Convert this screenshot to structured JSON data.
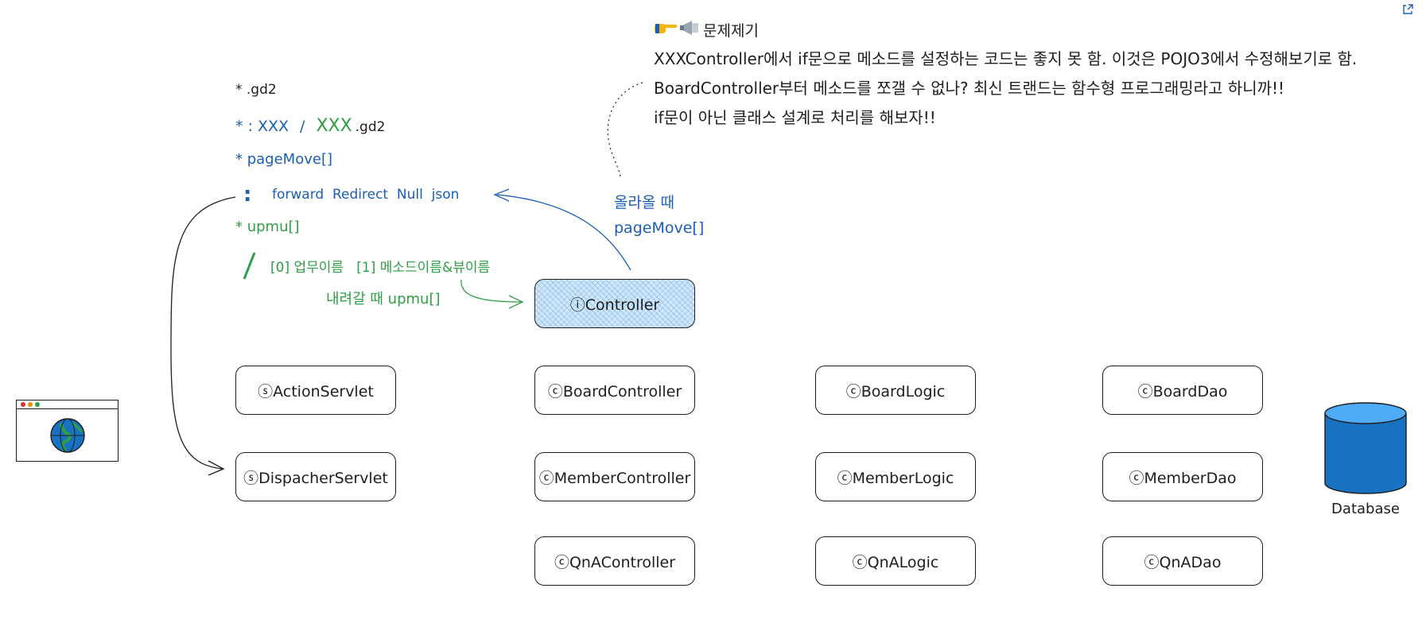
{
  "colors": {
    "blue_text": "#1a5fb4",
    "green_text": "#2f9e44",
    "controller_fill": "#d0e7fb",
    "db_fill": "#1971c2",
    "stroke": "#1e1e1e"
  },
  "link_icon": "external-link-icon",
  "note": {
    "heading_icons": [
      "pointing-hand-icon",
      "megaphone-icon"
    ],
    "heading": "문제제기",
    "line1": "XXXController에서 if문으로 메소드를 설정하는 코드는 좋지 못 함. 이것은 POJO3에서 수정해보기로 함.",
    "line2": "BoardController부터 메소드를 쪼갤 수 없나? 최신 트랜드는 함수형 프로그래밍라고 하니까!!",
    "line3": "if문이 아닌 클래스 설계로 처리를 해보자!!"
  },
  "left_notes": {
    "gd2": "* .gd2",
    "xxx_prefix": "* : XXX",
    "xxx_slash": "/",
    "xxx_green": "XXX",
    "xxx_suffix": ".gd2",
    "pagemove": "* pageMove[]",
    "colon": ":",
    "forward_list": "forward  Redirect  Null  json",
    "upmu": "* upmu[]",
    "slash": "/",
    "upmu_detail": "[0] 업무이름   [1] 메소드이름&뷰이름",
    "going_down": "내려갈 때 upmu[]"
  },
  "going_up": {
    "line1": "올라올 때",
    "line2": "pageMove[]"
  },
  "nodes": {
    "controller": "ⓘController",
    "action_servlet": "ⓢActionServlet",
    "dispatcher_servlet": "ⓢDispacherServlet",
    "board_controller": "ⓒBoardController",
    "member_controller": "ⓒMemberController",
    "qna_controller": "ⓒQnAController",
    "board_logic": "ⓒBoardLogic",
    "member_logic": "ⓒMemberLogic",
    "qna_logic": "ⓒQnALogic",
    "board_dao": "ⓒBoardDao",
    "member_dao": "ⓒMemberDao",
    "qna_dao": "ⓒQnADao"
  },
  "browser_icon": "globe-icon",
  "database": {
    "icon": "database-cylinder-icon",
    "label": "Database"
  }
}
